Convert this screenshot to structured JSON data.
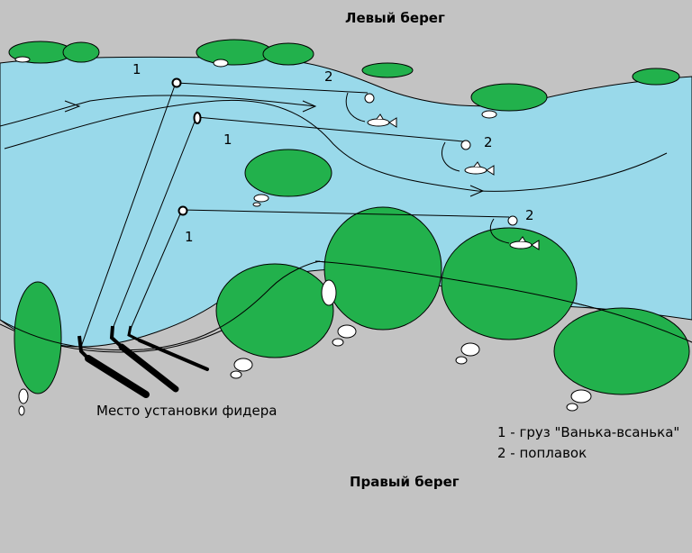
{
  "labels": {
    "left_bank": "Левый берег",
    "right_bank": "Правый берег",
    "feeder_place": "Место установки фидера",
    "legend_weight": "1 - груз \"Ванька-всанька\"",
    "legend_float": "2 - поплавок"
  },
  "markers": {
    "weight": "1",
    "float": "2"
  },
  "colors": {
    "background": "#c3c3c3",
    "water": "#99d9ea",
    "bush": "#22b14c",
    "line": "#000000",
    "float": "#ffffff"
  }
}
